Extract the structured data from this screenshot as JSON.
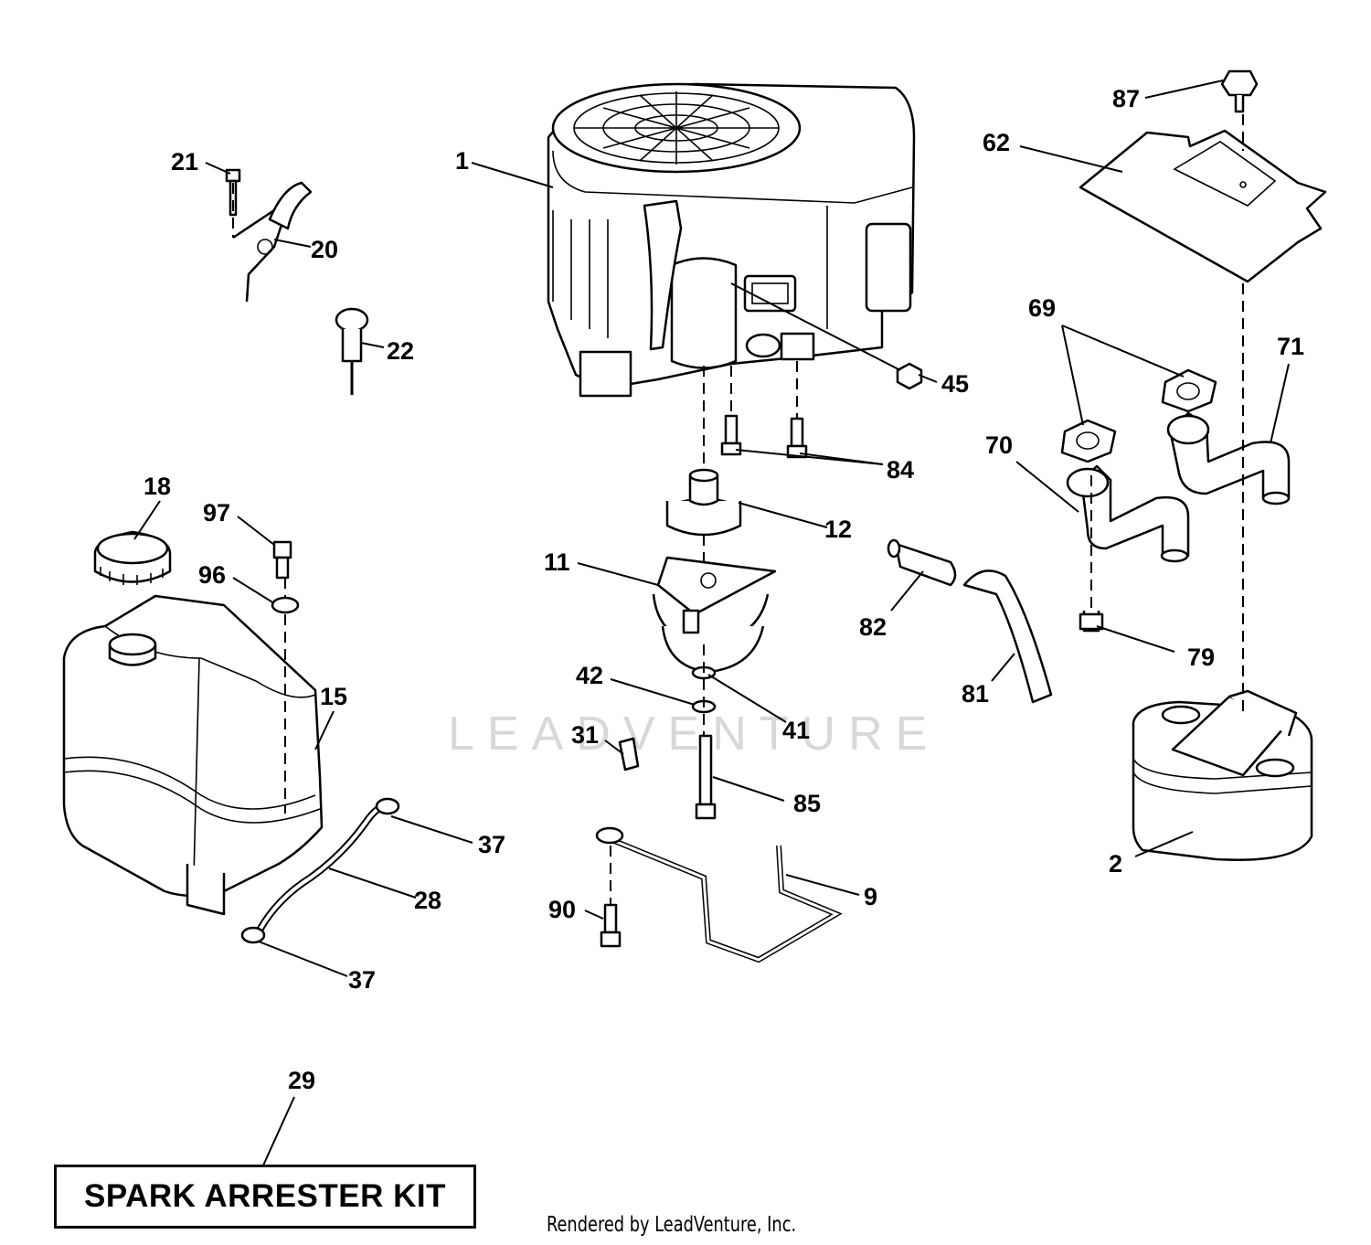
{
  "watermark": "LEADVENTURE",
  "footer": "Rendered by LeadVenture, Inc.",
  "kit_label": "SPARK ARRESTER KIT",
  "callouts": {
    "c1": "1",
    "c2": "2",
    "c9": "9",
    "c11": "11",
    "c12": "12",
    "c15": "15",
    "c18": "18",
    "c20": "20",
    "c21": "21",
    "c22": "22",
    "c28": "28",
    "c29": "29",
    "c31": "31",
    "c37a": "37",
    "c37b": "37",
    "c41": "41",
    "c42": "42",
    "c45": "45",
    "c62": "62",
    "c69": "69",
    "c70": "70",
    "c71": "71",
    "c79": "79",
    "c81": "81",
    "c82": "82",
    "c84": "84",
    "c85": "85",
    "c87": "87",
    "c90": "90",
    "c96": "96",
    "c97": "97"
  }
}
